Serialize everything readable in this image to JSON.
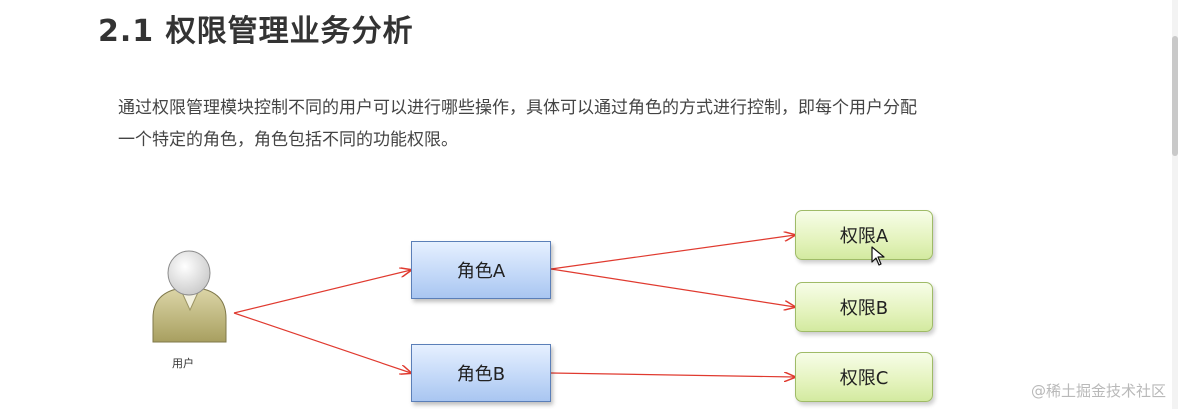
{
  "heading": {
    "title": "2.1 权限管理业务分析"
  },
  "description": {
    "line1": "通过权限管理模块控制不同的用户可以进行哪些操作，具体可以通过角色的方式进行控制，即每个用户分配",
    "line2": "一个特定的角色，角色包括不同的功能权限。"
  },
  "diagram": {
    "user": {
      "label": "用户",
      "icon": "user-icon"
    },
    "roles": [
      {
        "label": "角色A"
      },
      {
        "label": "角色B"
      }
    ],
    "permissions": [
      {
        "label": "权限A"
      },
      {
        "label": "权限B"
      },
      {
        "label": "权限C"
      }
    ],
    "arrow_color": "#e03a2f",
    "role_box_color": "#b9d2f5",
    "permission_box_color": "#e2f2b8"
  },
  "watermark": {
    "text": "@稀土掘金技术社区"
  }
}
